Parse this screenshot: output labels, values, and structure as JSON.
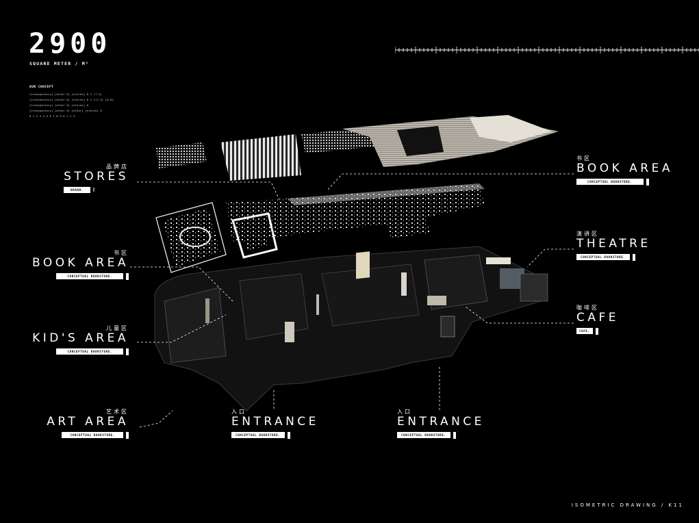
{
  "header": {
    "big_number": "2900",
    "unit_label": "SQUARE METER / M²",
    "concept_title": "OUR CONCEPT",
    "concept_lines": [
      "[transparency] [other G] [stores] 0 1 (?,5)",
      "[transparency] [other G] [stores] 0 1 2(?,5) [0.0]",
      "[transparency] [other G] [stores] 0",
      "[transparency] [other G] [other] [stores] 0",
      "0 1 2 3 4 5 6 7 8 9 0 1 2 3"
    ]
  },
  "labels": {
    "stores": {
      "cn": "品牌店",
      "en": "STORES",
      "tag": "BRAND."
    },
    "book_area_left": {
      "cn": "书区",
      "en": "BOOK AREA",
      "tag": "CONCEPTUAL BOOKSTORE."
    },
    "kids_area": {
      "cn": "儿童区",
      "en": "KID'S AREA",
      "tag": "CONCEPTUAL BOOKSTORE."
    },
    "art_area": {
      "cn": "艺术区",
      "en": "ART AREA",
      "tag": "CONCEPTUAL BOOKSTORE."
    },
    "entrance_1": {
      "cn": "入口",
      "en": "ENTRANCE",
      "tag": "CONCEPTUAL BOOKSTORE."
    },
    "entrance_2": {
      "cn": "入口",
      "en": "ENTRANCE",
      "tag": "CONCEPTUAL BOOKSTORE."
    },
    "book_area_right": {
      "cn": "书区",
      "en": "BOOK AREA",
      "tag": "CONCEPTUAL BOOKSTORE."
    },
    "theatre": {
      "cn": "演讲区",
      "en": "THEATRE",
      "tag": "CONCEPTUAL BOOKSTORE."
    },
    "cafe": {
      "cn": "咖啡区",
      "en": "CAFE",
      "tag": "CAFE."
    }
  },
  "footer": {
    "text": "ISOMETRIC DRAWING / K11"
  },
  "colors": {
    "background": "#000000",
    "ink": "#ffffff",
    "floor_dark": "#1a1a1a",
    "floor_light": "#d8d3c8"
  }
}
